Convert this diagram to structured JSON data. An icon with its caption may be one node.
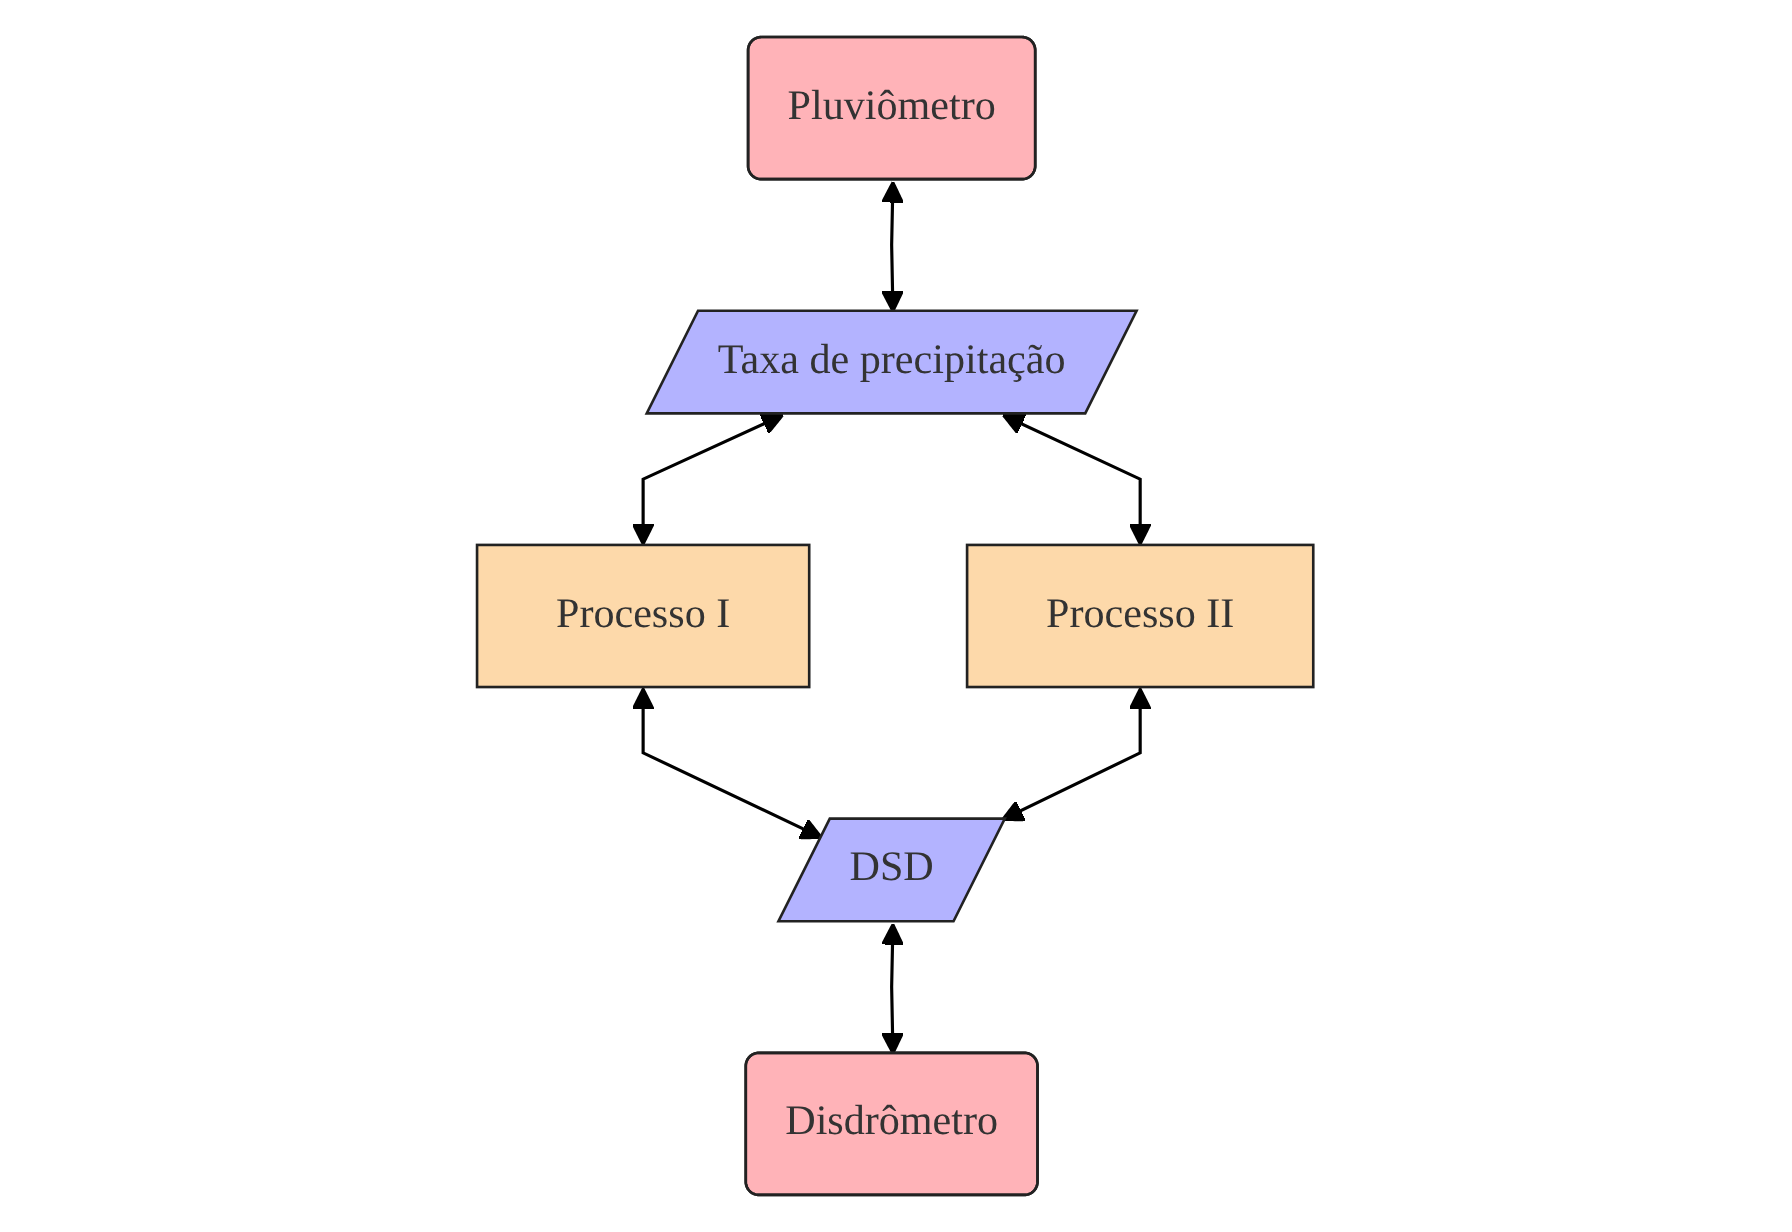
{
  "diagram": {
    "nodes": [
      {
        "text": [
          "Pluviômetro"
        ]
      },
      {
        "text": [
          "Taxa de precipitação"
        ]
      },
      {
        "text": [
          "Processo I"
        ]
      },
      {
        "text": [
          "Processo II"
        ]
      },
      {
        "text": [
          "DSD"
        ]
      },
      {
        "text": [
          "Disdrômetro"
        ]
      }
    ],
    "edges": [
      {
        "from": 0,
        "to": 1,
        "arrow": "both"
      },
      {
        "from": 1,
        "to": 2,
        "arrow": "both"
      },
      {
        "from": 1,
        "to": 3,
        "arrow": "both"
      },
      {
        "from": 2,
        "to": 4,
        "arrow": "both"
      },
      {
        "from": 3,
        "to": 4,
        "arrow": "both"
      },
      {
        "from": 4,
        "to": 5,
        "arrow": "both"
      }
    ]
  }
}
